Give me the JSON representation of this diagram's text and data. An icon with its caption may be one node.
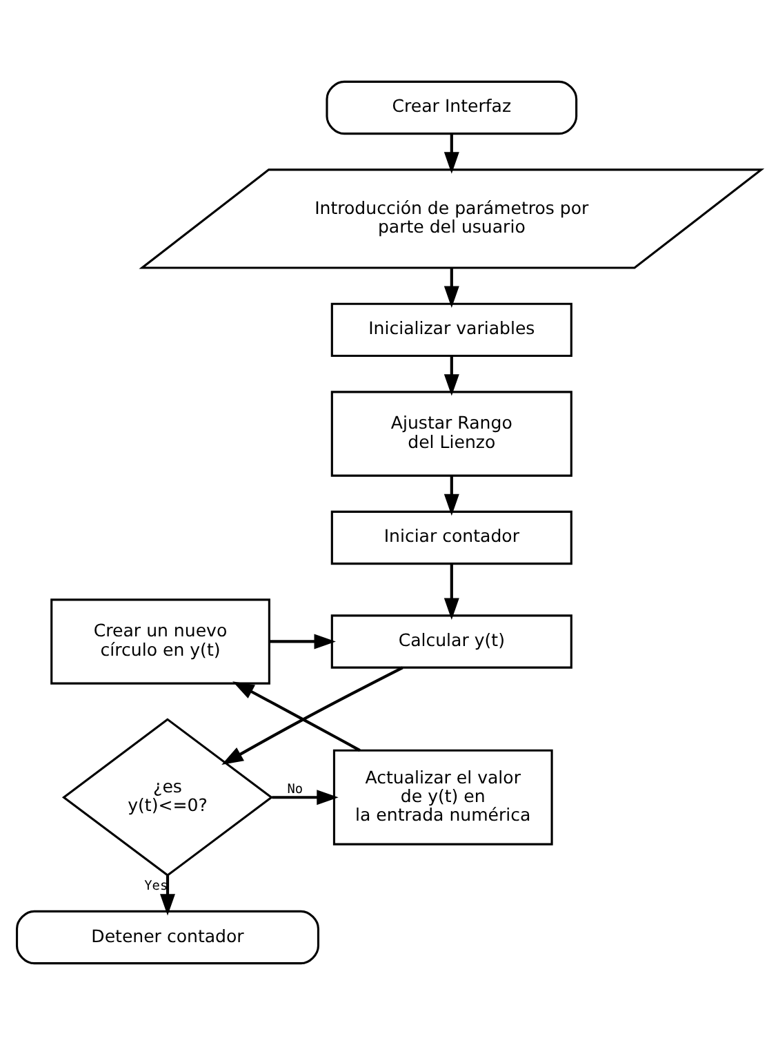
{
  "diagram": {
    "nodes": [
      {
        "text": [
          "Crear Interfaz"
        ]
      },
      {
        "text": [
          "Introducción de parámetros por parte del usuario"
        ]
      },
      {
        "text": [
          "Inicializar variables"
        ]
      },
      {
        "text": [
          "Ajustar Rango del Lienzo"
        ]
      },
      {
        "text": [
          "Iniciar contador"
        ]
      },
      {
        "text": [
          "Calcular y(t)"
        ]
      },
      {
        "text": [
          "Crear un nuevo círculo en y(t)"
        ]
      },
      {
        "text": [
          "¿es y(t)<=0?"
        ]
      },
      {
        "text": [
          "Actualizar el valor de y(t) en la entrada numérica"
        ]
      },
      {
        "text": [
          "Detener contador"
        ]
      }
    ],
    "edges": [
      {
        "from": 0,
        "to": 1,
        "arrow": "to"
      },
      {
        "from": 1,
        "to": 2,
        "arrow": "to"
      },
      {
        "from": 2,
        "to": 3,
        "arrow": "to"
      },
      {
        "from": 3,
        "to": 4,
        "arrow": "to"
      },
      {
        "from": 4,
        "to": 5,
        "arrow": "to"
      },
      {
        "from": 5,
        "to": 7,
        "arrow": "to"
      },
      {
        "from": 7,
        "to": 8,
        "label": "No",
        "arrow": "to"
      },
      {
        "from": 8,
        "to": 6,
        "arrow": "to"
      },
      {
        "from": 6,
        "to": 5,
        "arrow": "to"
      },
      {
        "from": 7,
        "to": 9,
        "label": "Yes",
        "arrow": "to"
      }
    ]
  }
}
